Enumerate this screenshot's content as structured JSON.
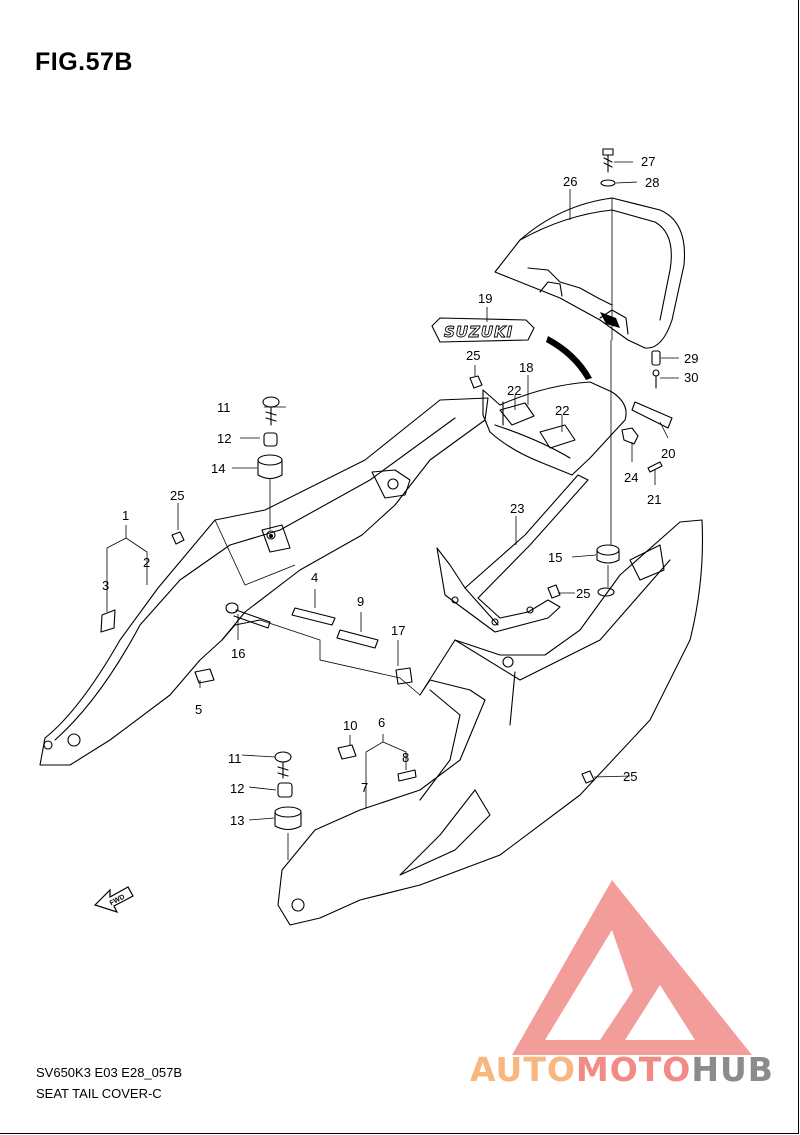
{
  "figure": {
    "title": "FIG.57B",
    "model_code": "SV650K3 E03 E28_057B",
    "assembly_name": "SEAT TAIL COVER-C"
  },
  "emblem_text": "SUZUKI",
  "fwd_arrow_text": "FWD",
  "callouts": [
    "1",
    "2",
    "3",
    "4",
    "5",
    "6",
    "7",
    "8",
    "9",
    "10",
    "11",
    "11",
    "12",
    "12",
    "13",
    "14",
    "15",
    "16",
    "17",
    "18",
    "19",
    "20",
    "21",
    "22",
    "22",
    "23",
    "24",
    "25",
    "25",
    "25",
    "25",
    "26",
    "27",
    "28",
    "29",
    "30"
  ],
  "watermark": {
    "part1": "AUTO",
    "part2": "MOTO",
    "part3": "HUB",
    "colors": {
      "auto": "#f7b77e",
      "moto": "#f28a86",
      "hub": "#8b8b8b",
      "logo": "#f08d89"
    }
  },
  "colors": {
    "line": "#000000",
    "background": "#ffffff"
  }
}
